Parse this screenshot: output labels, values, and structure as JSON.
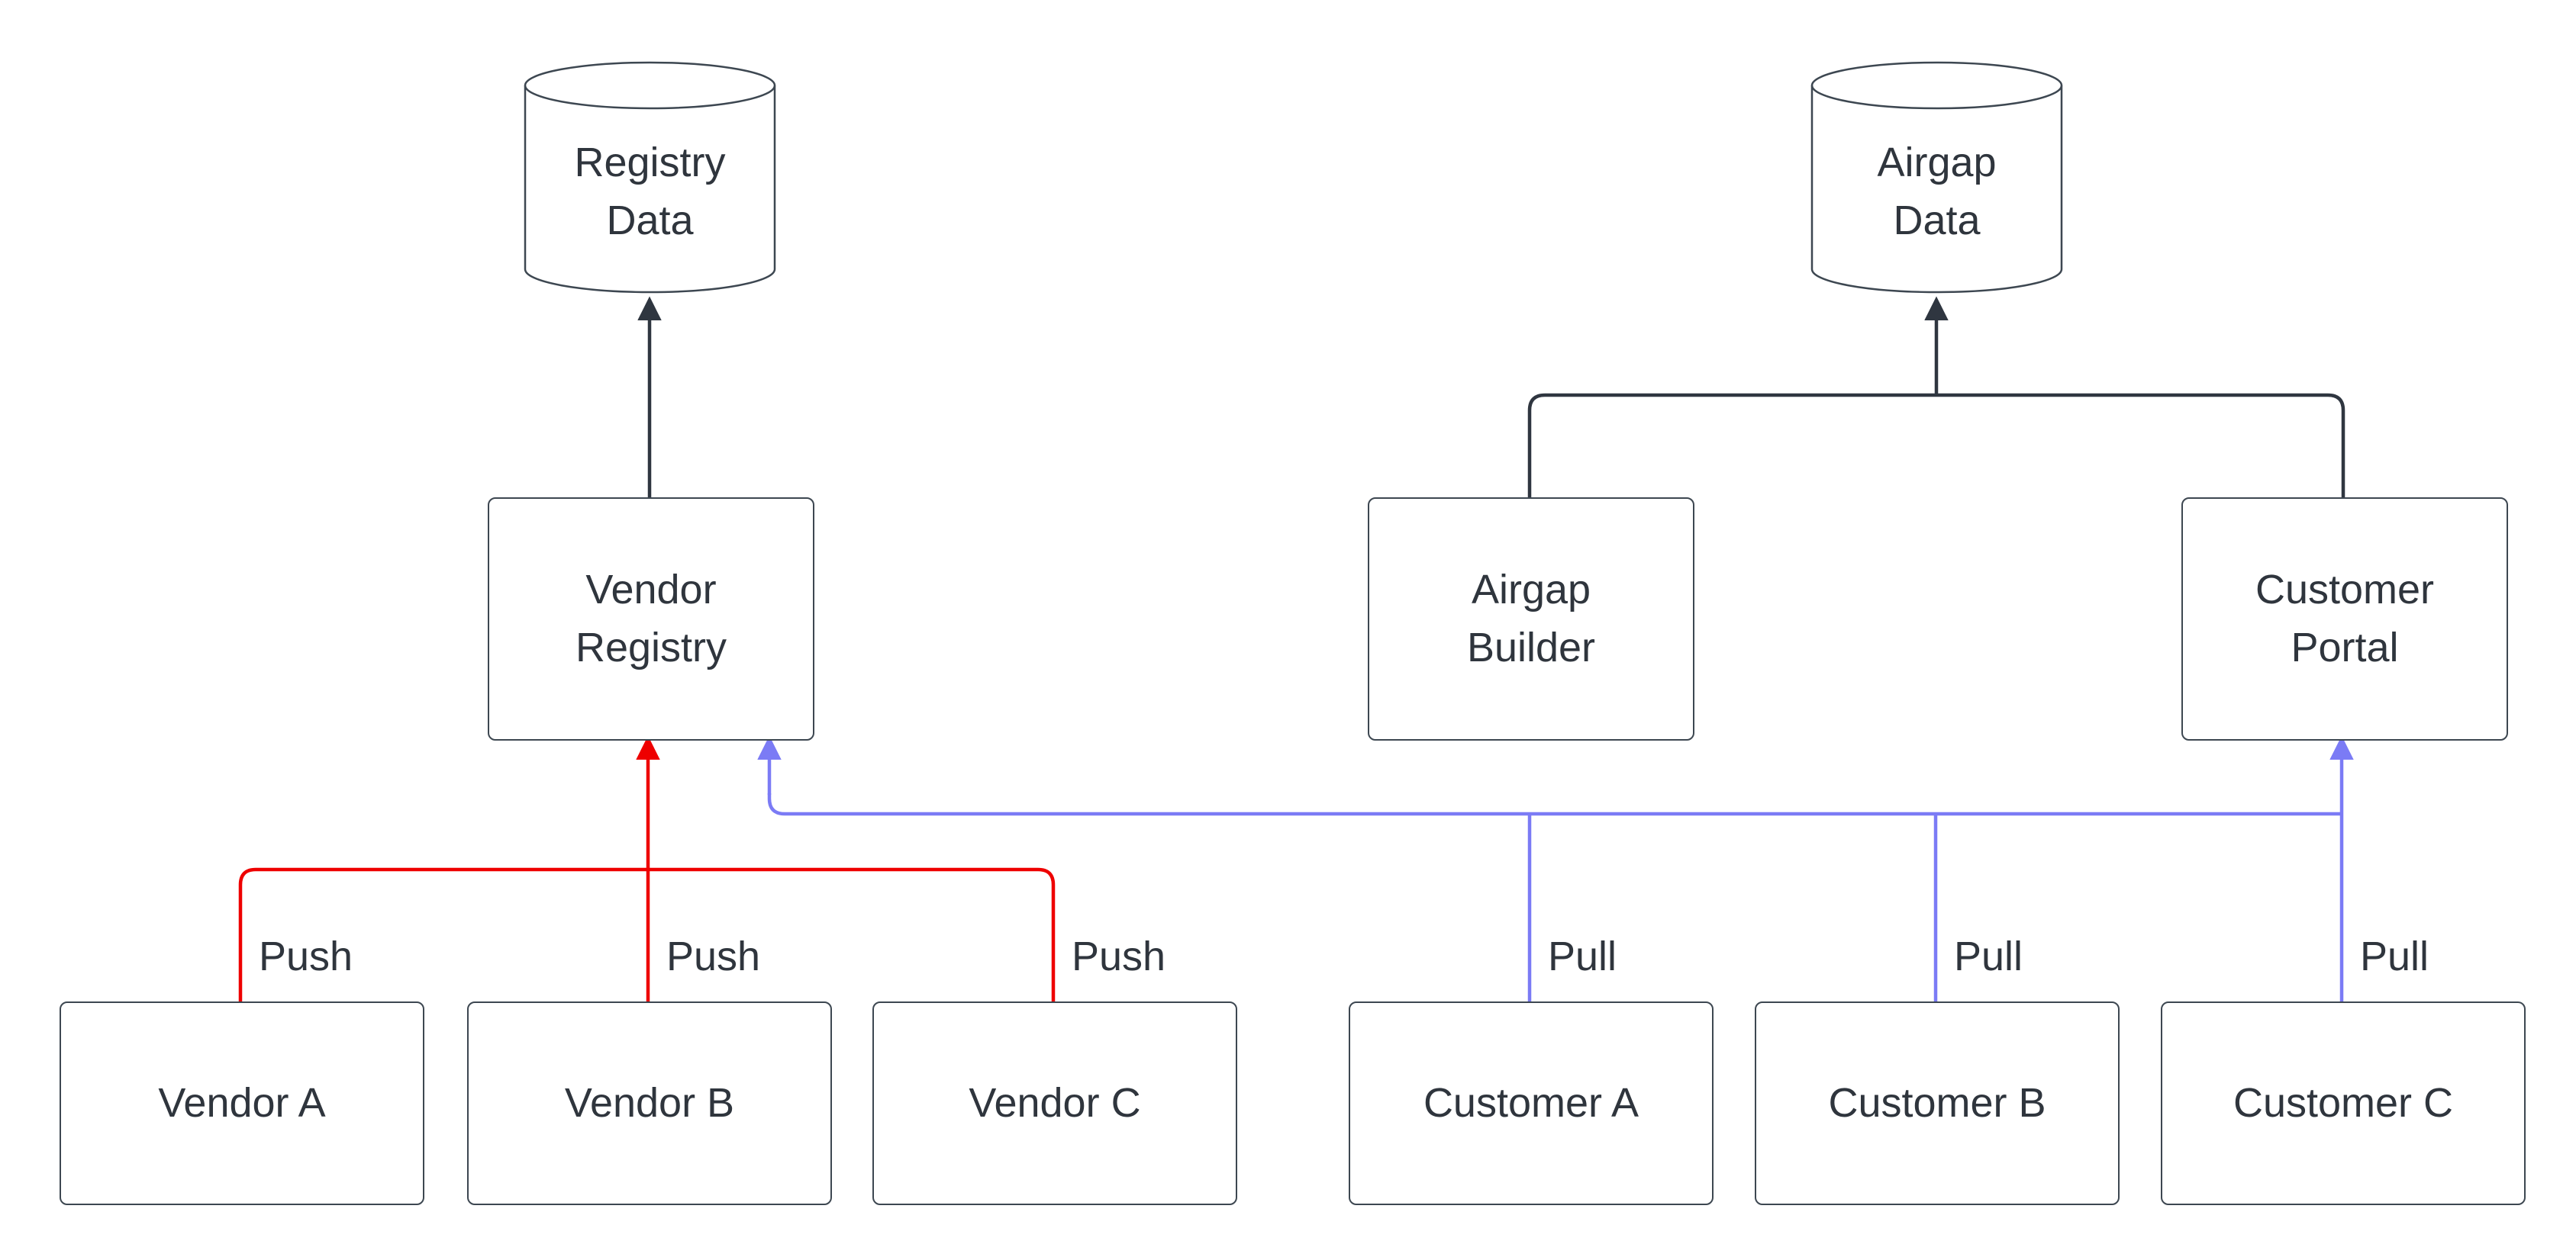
{
  "diagram": {
    "colors": {
      "background": "#ffffff",
      "node_border": "#3d4751",
      "node_fill": "#ffffff",
      "text": "#2f353d",
      "edge_dark": "#2f3640",
      "edge_push": "#ee0000",
      "edge_pull": "#7b7bf5"
    },
    "nodes": {
      "registry_data": {
        "label": "Registry\nData",
        "shape": "cylinder"
      },
      "airgap_data": {
        "label": "Airgap\nData",
        "shape": "cylinder"
      },
      "vendor_registry": {
        "label": "Vendor\nRegistry",
        "shape": "rect"
      },
      "airgap_builder": {
        "label": "Airgap\nBuilder",
        "shape": "rect"
      },
      "customer_portal": {
        "label": "Customer\nPortal",
        "shape": "rect"
      },
      "vendor_a": {
        "label": "Vendor A",
        "shape": "rect"
      },
      "vendor_b": {
        "label": "Vendor B",
        "shape": "rect"
      },
      "vendor_c": {
        "label": "Vendor C",
        "shape": "rect"
      },
      "customer_a": {
        "label": "Customer A",
        "shape": "rect"
      },
      "customer_b": {
        "label": "Customer B",
        "shape": "rect"
      },
      "customer_c": {
        "label": "Customer C",
        "shape": "rect"
      }
    },
    "edges": [
      {
        "from": "vendor_registry",
        "to": "registry_data",
        "label": "",
        "color": "dark"
      },
      {
        "from": "airgap_builder",
        "to": "airgap_data",
        "label": "",
        "color": "dark"
      },
      {
        "from": "customer_portal",
        "to": "airgap_data",
        "label": "",
        "color": "dark"
      },
      {
        "from": "vendor_a",
        "to": "vendor_registry",
        "label": "Push",
        "color": "push"
      },
      {
        "from": "vendor_b",
        "to": "vendor_registry",
        "label": "Push",
        "color": "push"
      },
      {
        "from": "vendor_c",
        "to": "vendor_registry",
        "label": "Push",
        "color": "push"
      },
      {
        "from": "customer_a",
        "to": "vendor_registry",
        "label": "Pull",
        "color": "pull"
      },
      {
        "from": "customer_b",
        "to": "vendor_registry",
        "label": "Pull",
        "color": "pull"
      },
      {
        "from": "customer_c",
        "to": "customer_portal",
        "label": "Pull",
        "color": "pull"
      }
    ]
  }
}
